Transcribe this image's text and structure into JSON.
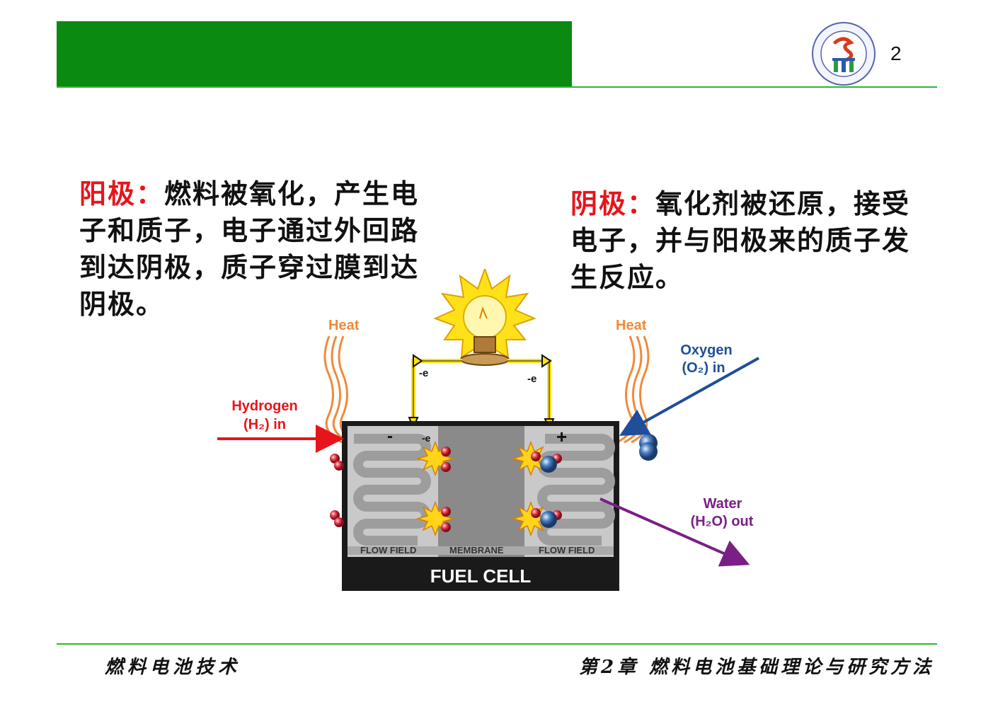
{
  "slide": {
    "page_number": "2",
    "colors": {
      "header_bar": "#0a8a10",
      "rule": "#2fb82f",
      "keyword": "#e8141b"
    }
  },
  "anode": {
    "keyword": "阳极：",
    "text": "燃料被氧化，产生电子和质子，电子通过外回路到达阴极，质子穿过膜到达阴极。"
  },
  "cathode": {
    "keyword": "阴极：",
    "text": "氧化剂被还原，接受电子，并与阳极来的质子发生反应。"
  },
  "diagram": {
    "heat_left": "Heat",
    "heat_right": "Heat",
    "hydrogen_line1": "Hydrogen",
    "hydrogen_line2": "(H₂) in",
    "oxygen_line1": "Oxygen",
    "oxygen_line2": "(O₂) in",
    "water_line1": "Water",
    "water_line2": "(H₂O) out",
    "electron_left": "-e",
    "electron_right": "-e",
    "electron_mid": "-e",
    "minus": "-",
    "plus": "+",
    "flow_field_left": "FLOW FIELD",
    "membrane": "MEMBRANE",
    "flow_field_right": "FLOW FIELD",
    "title": "FUEL CELL",
    "icons": [
      "light-bulb-icon",
      "university-logo-icon"
    ]
  },
  "footer": {
    "left": "燃料电池技术",
    "right": "第2章 燃料电池基础理论与研究方法"
  }
}
